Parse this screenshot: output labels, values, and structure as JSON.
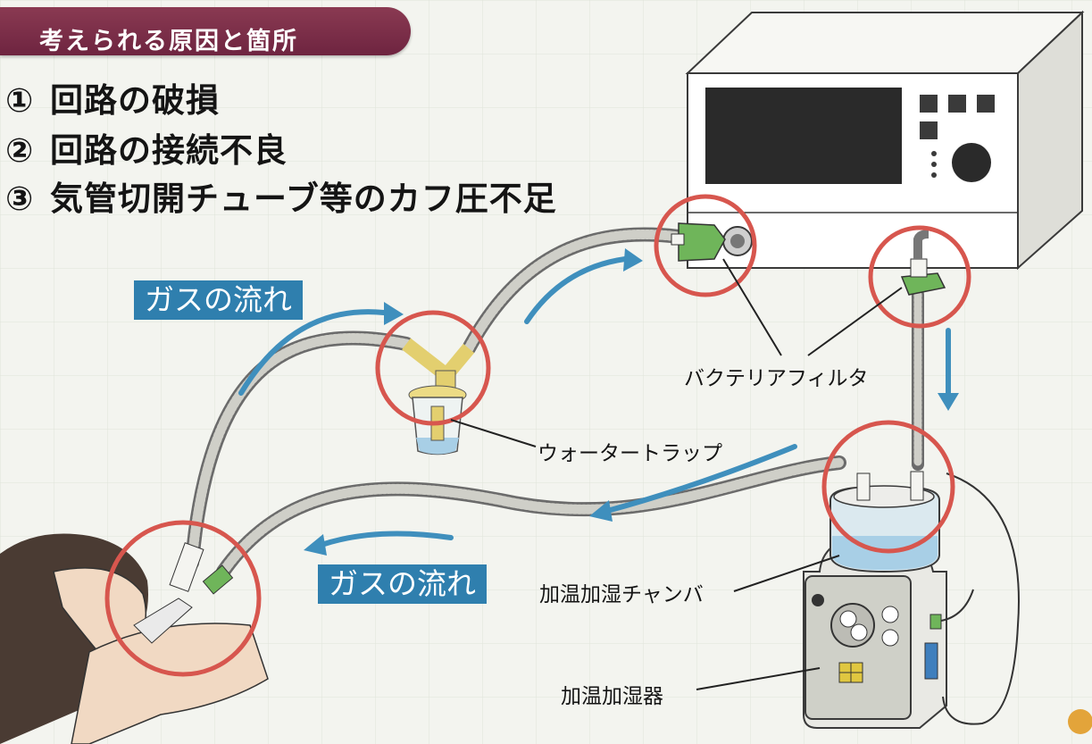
{
  "title": "考えられる原因と箇所",
  "causes": [
    {
      "num": "①",
      "text": "回路の破損"
    },
    {
      "num": "②",
      "text": "回路の接続不良"
    },
    {
      "num": "③",
      "text": "気管切開チューブ等のカフ圧不足"
    }
  ],
  "gas_flow_label": "ガスの流れ",
  "labels": {
    "bacteria_filter": "バクテリアフィルタ",
    "water_trap": "ウォータートラップ",
    "chamber": "加温加湿チャンバ",
    "humidifier": "加温加湿器"
  },
  "colors": {
    "banner": "#7a2c47",
    "circle": "#d7564e",
    "arrow": "#3f8fbd",
    "gas_label_bg": "#2f7fae",
    "filter": "#6fb55a"
  }
}
